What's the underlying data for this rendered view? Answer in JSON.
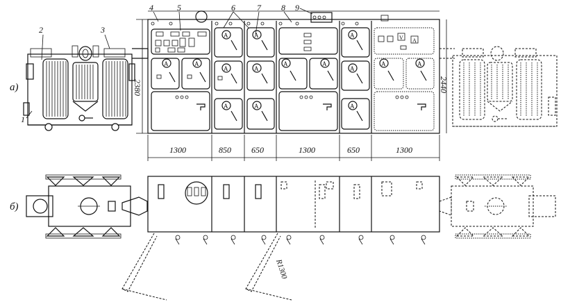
{
  "view_labels": {
    "a": "а)",
    "b": "б)"
  },
  "callouts": [
    "1",
    "2",
    "3",
    "4",
    "5",
    "6",
    "7",
    "8",
    "9"
  ],
  "dimensions": {
    "height_left": "2380",
    "height_right": "2440",
    "widths": [
      "1300",
      "850",
      "650",
      "1300",
      "650",
      "1300"
    ],
    "radius": "R1300"
  },
  "meter_symbols": {
    "ammeter": "A",
    "voltmeter": "V"
  }
}
